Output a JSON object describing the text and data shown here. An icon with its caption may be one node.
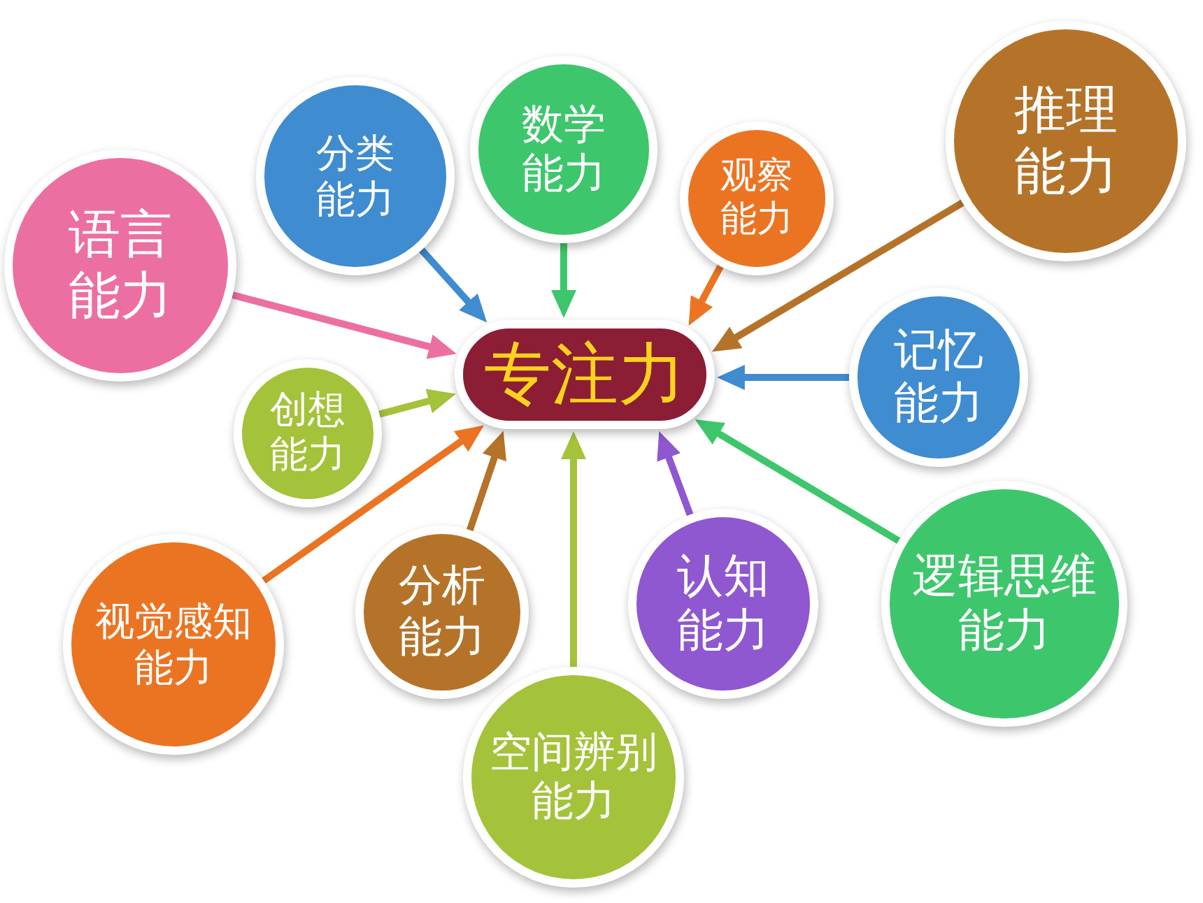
{
  "diagram": {
    "nodes": [
      {
        "text": [
          "专注力"
        ]
      },
      {
        "text": [
          "语言能力"
        ]
      },
      {
        "text": [
          "分类能力"
        ]
      },
      {
        "text": [
          "数学能力"
        ]
      },
      {
        "text": [
          "观察能力"
        ]
      },
      {
        "text": [
          "推理能力"
        ]
      },
      {
        "text": [
          "创想能力"
        ]
      },
      {
        "text": [
          "记忆能力"
        ]
      },
      {
        "text": [
          "视觉感知能力"
        ]
      },
      {
        "text": [
          "分析能力"
        ]
      },
      {
        "text": [
          "空间辨别能力"
        ]
      },
      {
        "text": [
          "认知能力"
        ]
      },
      {
        "text": [
          "逻辑思维能力"
        ]
      }
    ],
    "edges": [
      {
        "from": 1,
        "to": 0,
        "arrow": "to",
        "color": "#ec6fa2"
      },
      {
        "from": 2,
        "to": 0,
        "arrow": "to",
        "color": "#3f8cd0"
      },
      {
        "from": 3,
        "to": 0,
        "arrow": "to",
        "color": "#3ec66d"
      },
      {
        "from": 4,
        "to": 0,
        "arrow": "to",
        "color": "#eb7423"
      },
      {
        "from": 5,
        "to": 0,
        "arrow": "to",
        "color": "#b5732a"
      },
      {
        "from": 6,
        "to": 0,
        "arrow": "to",
        "color": "#a4c23a"
      },
      {
        "from": 7,
        "to": 0,
        "arrow": "to",
        "color": "#3f8cd0"
      },
      {
        "from": 8,
        "to": 0,
        "arrow": "to",
        "color": "#eb7423"
      },
      {
        "from": 9,
        "to": 0,
        "arrow": "to",
        "color": "#b5732a"
      },
      {
        "from": 10,
        "to": 0,
        "arrow": "to",
        "color": "#a4c23a"
      },
      {
        "from": 11,
        "to": 0,
        "arrow": "to",
        "color": "#8f57d0"
      },
      {
        "from": 12,
        "to": 0,
        "arrow": "to",
        "color": "#3ec66d"
      }
    ]
  }
}
